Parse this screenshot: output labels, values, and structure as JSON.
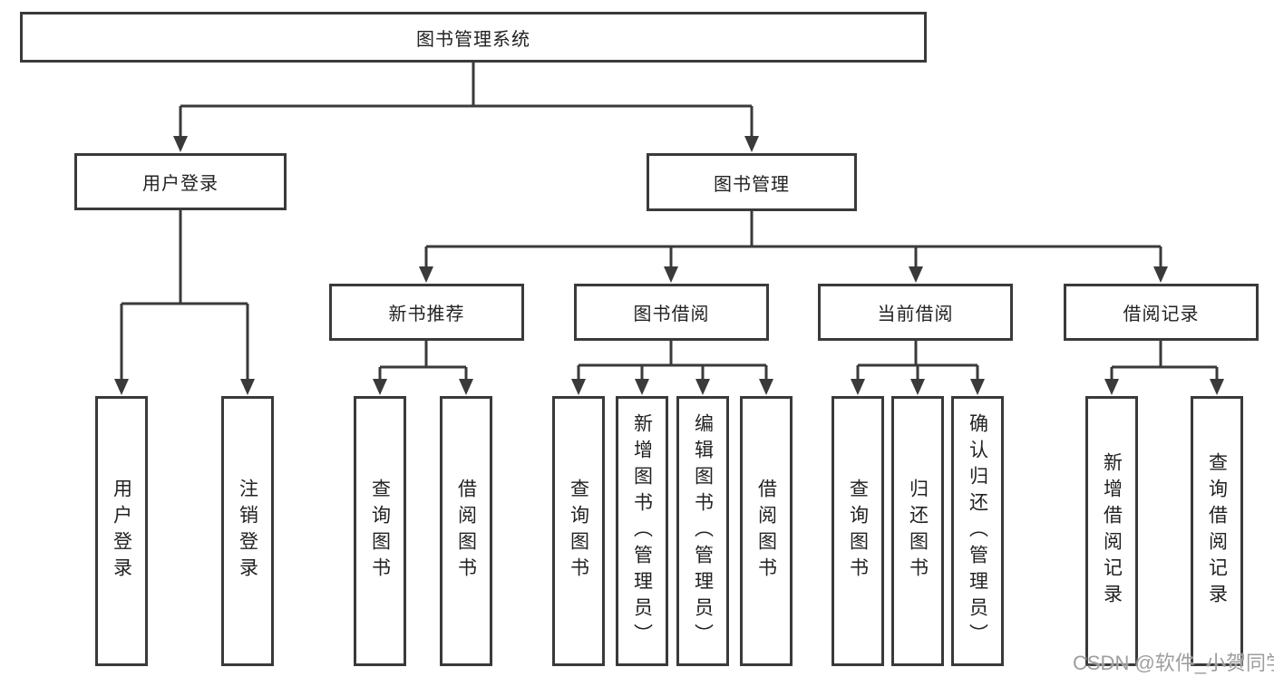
{
  "watermark": "CSDN @软件_小贺同学",
  "colors": {
    "line": "#3a3a3a",
    "box_border": "#3a3a3a",
    "box_background": "#ffffff",
    "text": "#222222",
    "watermark": "#9e9e9e"
  },
  "tree": {
    "root": "图书管理系统",
    "branches": [
      {
        "label": "用户登录",
        "children": [
          "用户登录",
          "注销登录"
        ]
      },
      {
        "label": "图书管理",
        "children": [
          {
            "label": "新书推荐",
            "children": [
              "查询图书",
              "借阅图书"
            ]
          },
          {
            "label": "图书借阅",
            "children": [
              "查询图书",
              "新增图书（管理员）",
              "编辑图书（管理员）",
              "借阅图书"
            ]
          },
          {
            "label": "当前借阅",
            "children": [
              "查询图书",
              "归还图书",
              "确认归还（管理员）"
            ]
          },
          {
            "label": "借阅记录",
            "children": [
              "新增借阅记录",
              "查询借阅记录"
            ]
          }
        ]
      }
    ]
  }
}
